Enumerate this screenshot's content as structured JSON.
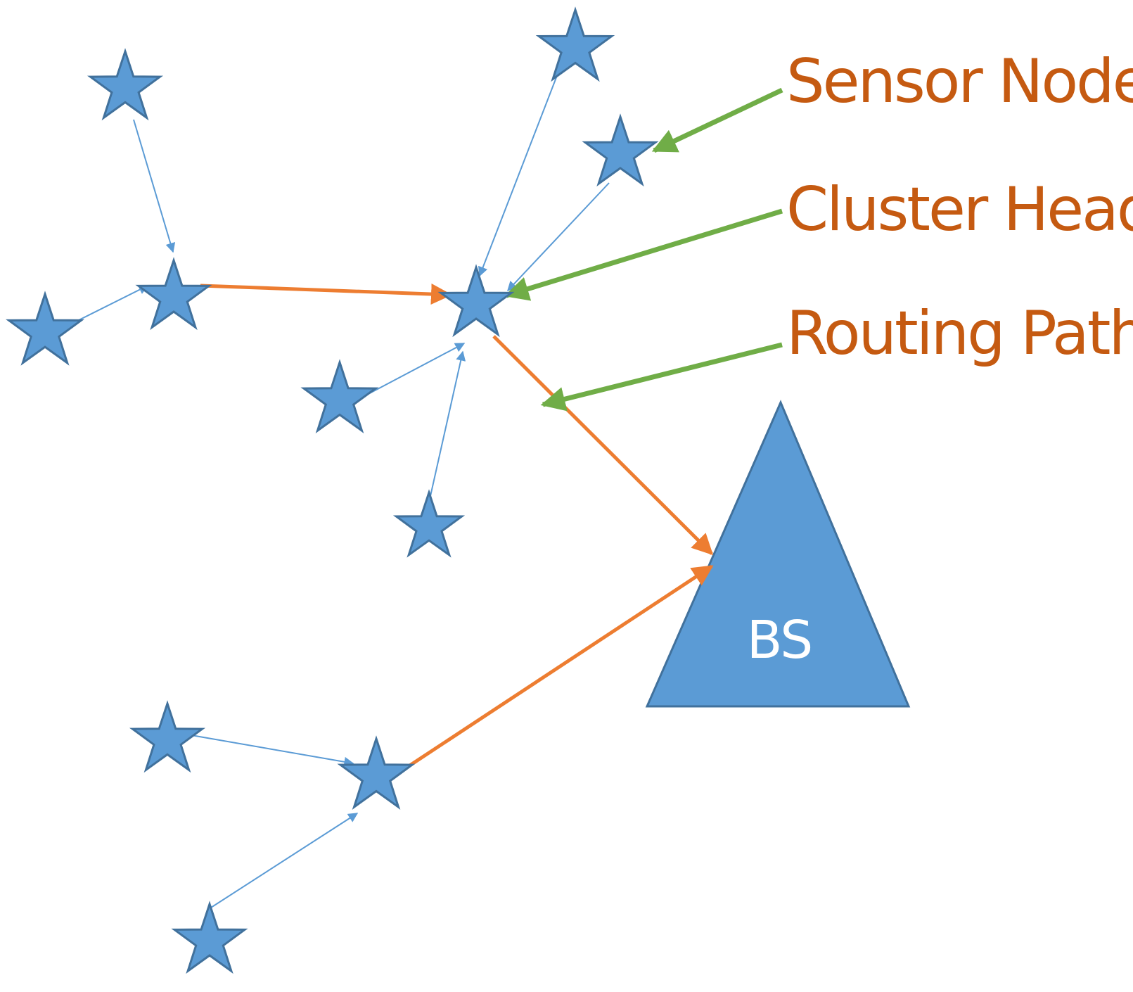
{
  "legend": {
    "sensor_node": "Sensor Node",
    "cluster_head": "Cluster Head",
    "routing_path": "Routing Path"
  },
  "base_station": {
    "label": "BS"
  },
  "colors": {
    "node_fill": "#5b9bd5",
    "node_stroke": "#41719c",
    "member_link": "#5b9bd5",
    "routing_path": "#ed7d31",
    "callout_arrow": "#70ad47",
    "legend_text": "#c55a11",
    "bs_text": "#ffffff"
  }
}
